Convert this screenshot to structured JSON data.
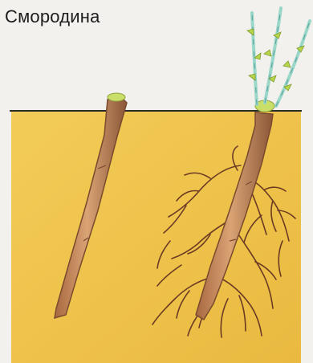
{
  "title": "Смородина",
  "colors": {
    "background": "#f3f1ee",
    "soil": "#efc44c",
    "soil_edge": "#e3ad31",
    "ground_line": "#2a2a2a",
    "cutting_fill": "#c98e5b",
    "cutting_shade": "#8a5637",
    "cut_top": "#c9df6a",
    "shoot": "#9ad7c8",
    "shoot_leaf": "#b8d64a",
    "root": "#6b3a24"
  },
  "figure": {
    "left_panel": "fresh-cutting-without-roots",
    "right_panel": "rooted-cutting-with-shoots"
  }
}
